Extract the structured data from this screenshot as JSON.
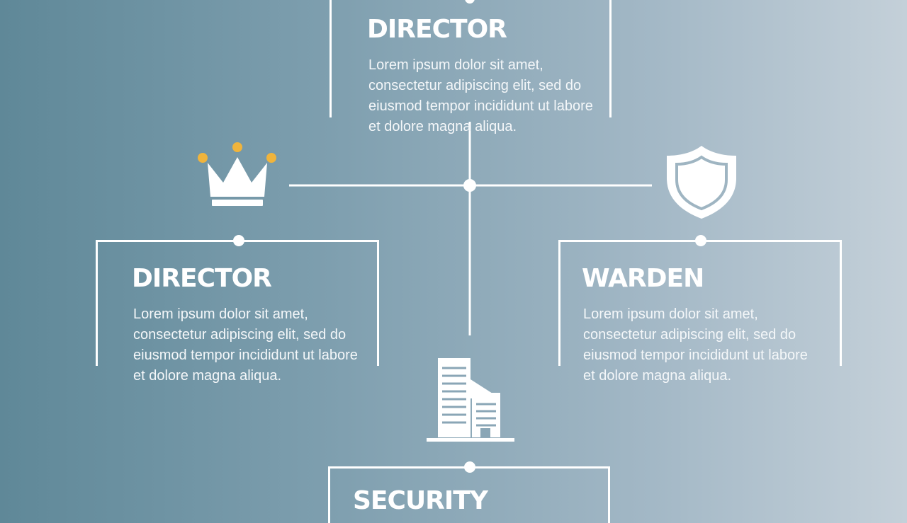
{
  "colors": {
    "line": "#ffffff",
    "accent_dot": "#f0b43c",
    "bg_left": "#5f8898",
    "bg_right": "#c4d0d9"
  },
  "nodes": {
    "top": {
      "title": "DIRECTOR",
      "body": "Lorem ipsum dolor sit amet, consectetur adipiscing elit, sed do eiusmod tempor incididunt ut labore et dolore magna aliqua."
    },
    "left": {
      "title": "DIRECTOR",
      "body": "Lorem ipsum dolor sit amet, consectetur adipiscing elit, sed do eiusmod tempor incididunt ut labore et dolore magna aliqua.",
      "icon": "crown-icon"
    },
    "right": {
      "title": "WARDEN",
      "body": "Lorem ipsum dolor sit amet, consectetur adipiscing elit, sed do eiusmod tempor incididunt ut labore et dolore magna aliqua.",
      "icon": "shield-icon"
    },
    "bottom": {
      "title": "SECURITY",
      "icon": "building-icon"
    }
  }
}
